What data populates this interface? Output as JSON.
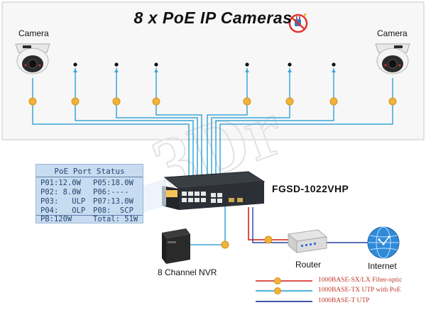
{
  "title": "8 x PoE IP Cameras",
  "cameras": {
    "left_label": "Camera",
    "right_label": "Camera"
  },
  "lcd": {
    "title": "PoE Port Status",
    "rows": [
      {
        "left": "P01:12.0W",
        "right": "P05:18.0W"
      },
      {
        "left": "P02: 8.0W",
        "right": "P06:----"
      },
      {
        "left": "P03:   ULP",
        "right": "P07:13.0W"
      },
      {
        "left": "P04:   OLP",
        "right": "P08:  SCP"
      }
    ],
    "footer_left": "PB:120W",
    "footer_right": "Total: 51W"
  },
  "switch": {
    "label": "FGSD-1022VHP"
  },
  "nvr": {
    "label": "8 Channel NVR"
  },
  "router": {
    "label": "Router"
  },
  "internet": {
    "label": "Internet"
  },
  "legend": [
    {
      "label": "1000BASE-SX/LX Fiber-optic",
      "color": "#d83a3a"
    },
    {
      "label": "1000BASE-TX UTP with PoE",
      "color": "#3aa6d8"
    },
    {
      "label": "1000BASE-T UTP",
      "color": "#2a3e9a"
    }
  ],
  "colors": {
    "poe_cable": "#3aa6d8",
    "fiber_cable": "#d83a3a",
    "utp_cable": "#2a3e9a",
    "badge": "#f1b23a"
  },
  "watermark": "3Dr"
}
